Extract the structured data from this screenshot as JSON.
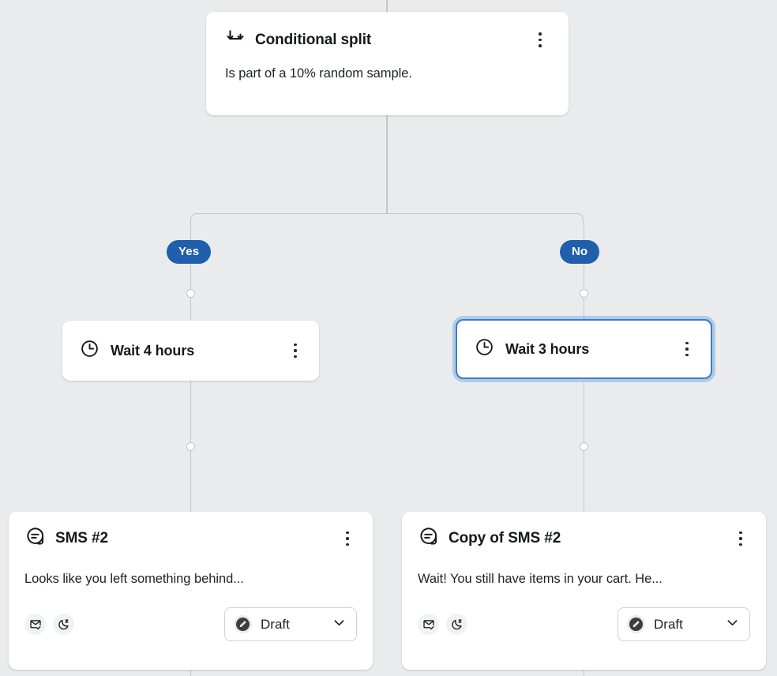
{
  "canvas": {
    "background_color": "#eaebed",
    "edge_color": "#c3c6ca",
    "accent_color": "#1f5fac",
    "selection_color": "#3c7cc4"
  },
  "nodes": {
    "conditional_split": {
      "icon": "split-arrow-icon",
      "title": "Conditional split",
      "description": "Is part of a 10% random sample.",
      "menu_icon": "kebab-menu-icon"
    },
    "branches": [
      {
        "label": "Yes"
      },
      {
        "label": "No"
      }
    ],
    "wait_left": {
      "icon": "clock-icon",
      "title": "Wait 4 hours",
      "menu_icon": "kebab-menu-icon",
      "selected": false
    },
    "wait_right": {
      "icon": "clock-icon",
      "title": "Wait 3 hours",
      "menu_icon": "kebab-menu-icon",
      "selected": true
    },
    "sms_left": {
      "icon": "chat-bubble-icon",
      "title": "SMS #2",
      "preview": "Looks like you left something behind...",
      "menu_icon": "kebab-menu-icon",
      "badges": [
        {
          "icon": "envelope-check-icon"
        },
        {
          "icon": "moon-z-icon"
        }
      ],
      "status": {
        "icon": "pencil-circle-icon",
        "label": "Draft",
        "caret_icon": "chevron-down-icon"
      }
    },
    "sms_right": {
      "icon": "chat-bubble-icon",
      "title": "Copy of SMS #2",
      "preview": "Wait! You still have items in your cart. He...",
      "menu_icon": "kebab-menu-icon",
      "badges": [
        {
          "icon": "envelope-check-icon"
        },
        {
          "icon": "moon-z-icon"
        }
      ],
      "status": {
        "icon": "pencil-circle-icon",
        "label": "Draft",
        "caret_icon": "chevron-down-icon"
      }
    }
  }
}
